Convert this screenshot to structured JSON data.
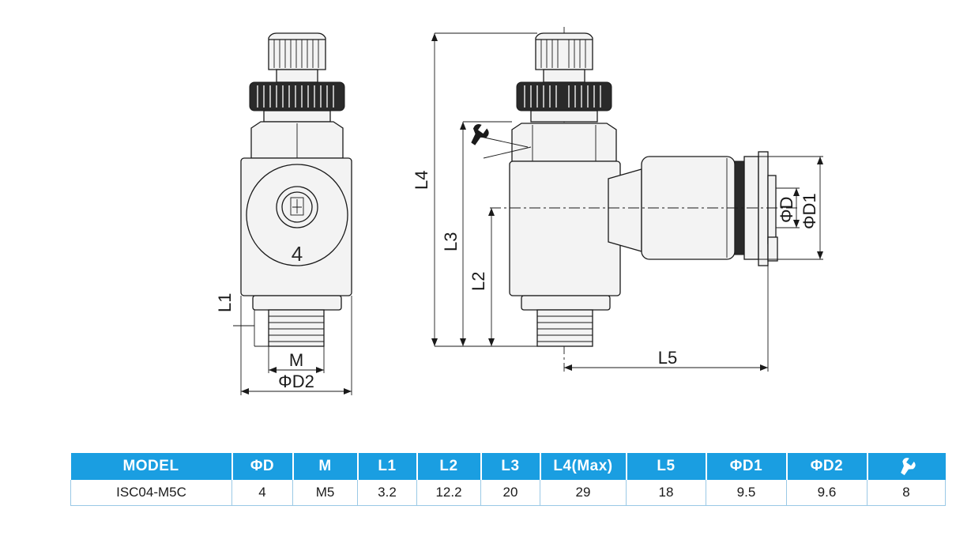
{
  "drawing": {
    "labels": {
      "l1": "L1",
      "m": "M",
      "d2": "ΦD2",
      "l4": "L4",
      "l3": "L3",
      "l2": "L2",
      "l5": "L5",
      "d": "ΦD",
      "d1": "ΦD1",
      "tube_marking": "4"
    }
  },
  "table": {
    "headers": [
      "MODEL",
      "ΦD",
      "M",
      "L1",
      "L2",
      "L3",
      "L4(Max)",
      "L5",
      "ΦD1",
      "ΦD2"
    ],
    "wrench_header_icon": "wrench-icon",
    "header_color": "#1a9ee1",
    "rows": [
      [
        "ISC04-M5C",
        "4",
        "M5",
        "3.2",
        "12.2",
        "20",
        "29",
        "18",
        "9.5",
        "9.6",
        "8"
      ]
    ]
  }
}
